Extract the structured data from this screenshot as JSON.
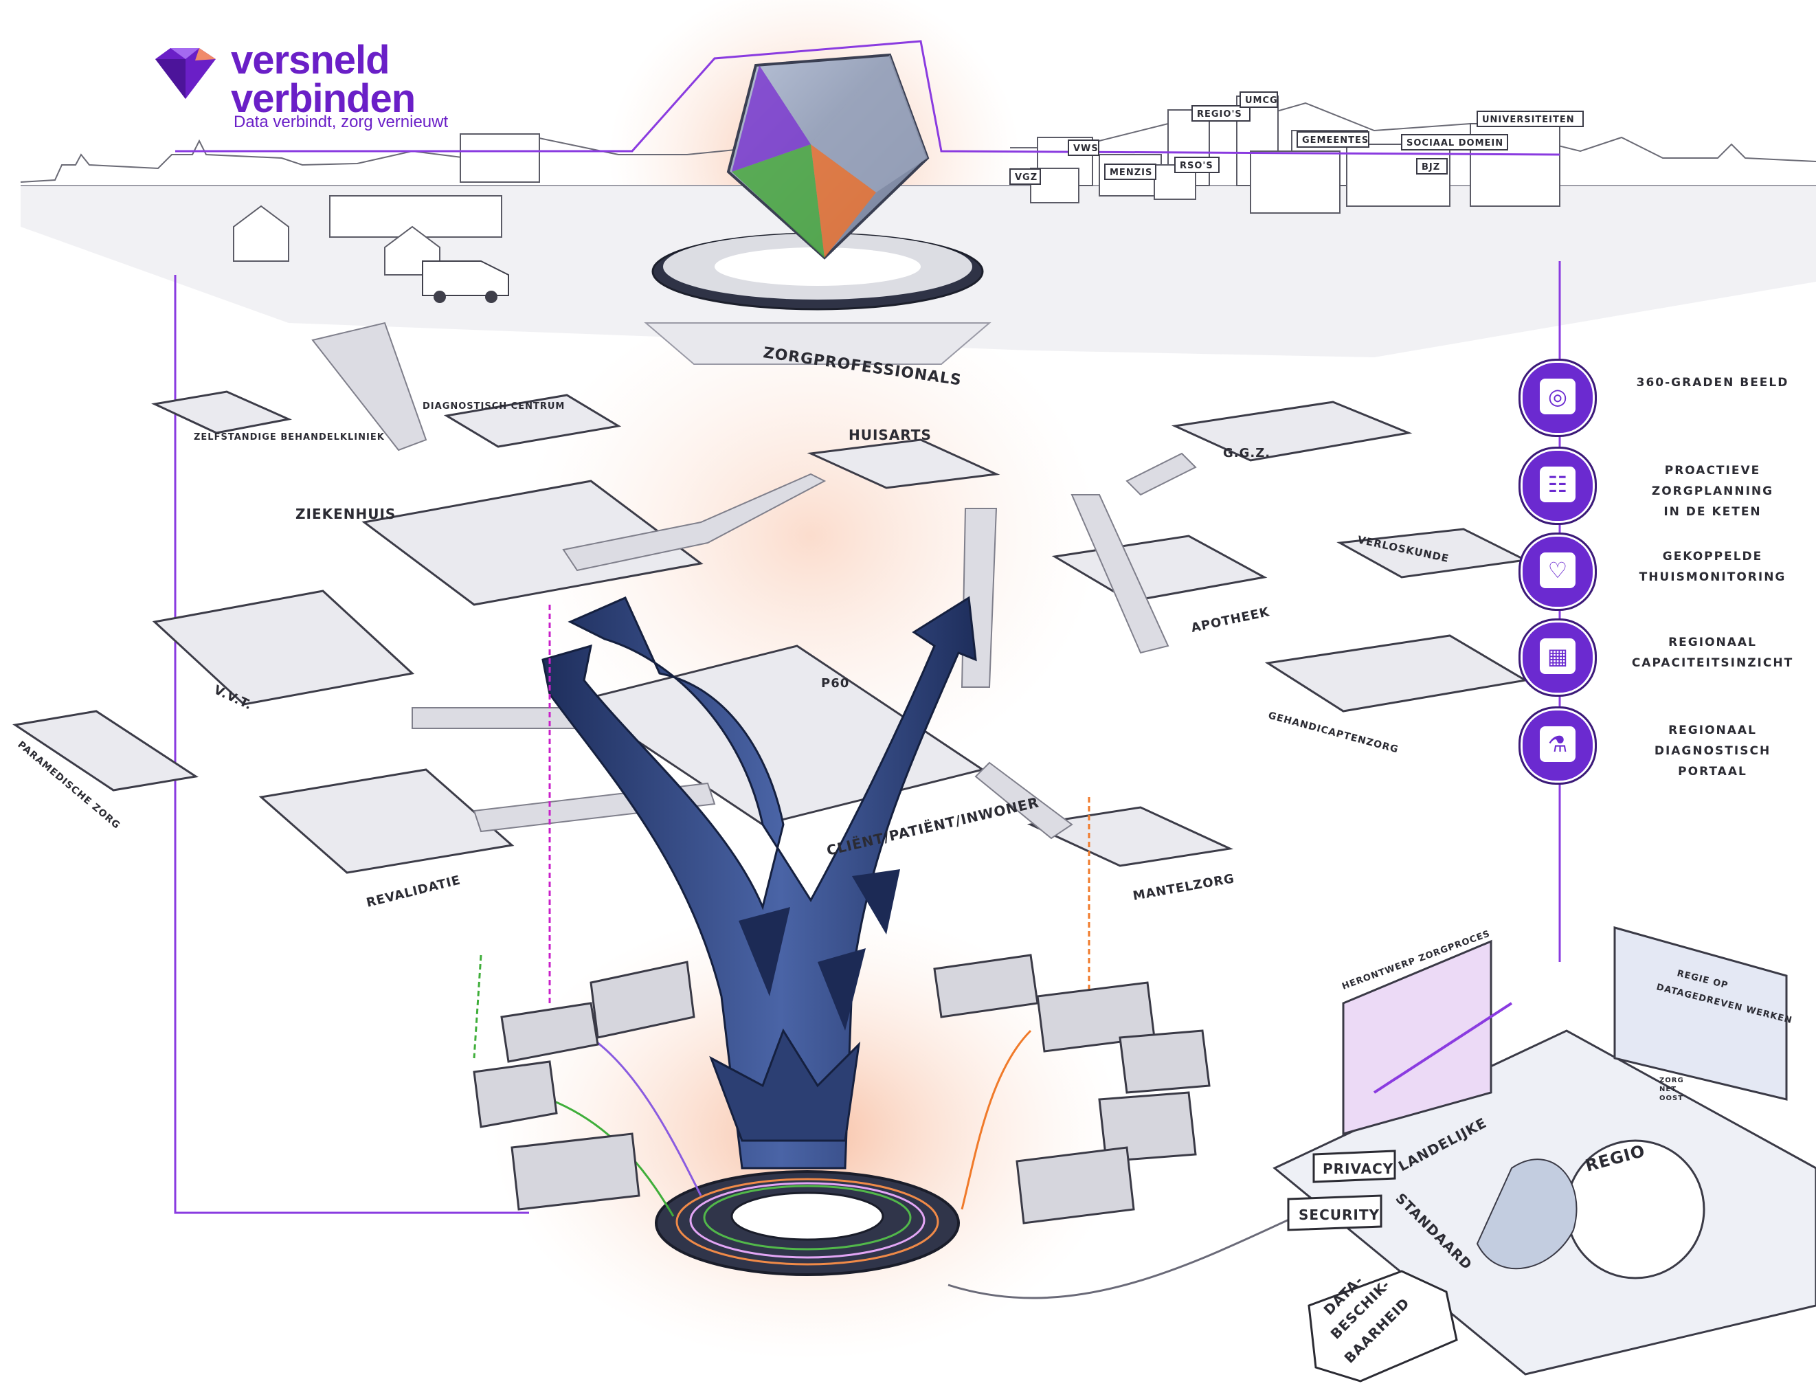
{
  "brand": {
    "name_line1": "versneld",
    "name_line2": "verbinden",
    "tagline": "Data verbindt, zorg vernieuwt"
  },
  "skyline_labels": [
    "REGIO'S",
    "UMCG",
    "UNIVERSITEITEN",
    "GEMEENTES",
    "SOCIAAL DOMEIN",
    "VWS",
    "MENZIS",
    "RSO'S",
    "VGZ",
    "BJZ"
  ],
  "center_labels": {
    "professionals": "ZORGPROFESSIONALS",
    "client": "CLIËNT/PATIËNT/INWONER",
    "house_number": "P60"
  },
  "care_nodes": {
    "ziekenhuis": "ZIEKENHUIS",
    "diagnostisch": "DIAGNOSTISCH CENTRUM",
    "huisarts": "HUISARTS",
    "ggz": "G.G.Z.",
    "zbk": "ZELFSTANDIGE BEHANDELKLINIEK",
    "apotheek": "APOTHEEK",
    "verloskunde": "VERLOSKUNDE",
    "vvt": "V.V.T.",
    "gehandicapten": "GEHANDICAPTENZORG",
    "paramedische": "PARAMEDISCHE ZORG",
    "revalidatie": "REVALIDATIE",
    "mantelzorg": "MANTELZORG"
  },
  "legend": [
    {
      "icon": "360-view-icon",
      "glyph": "◎",
      "label_line1": "360-GRADEN BEELD",
      "label_line2": ""
    },
    {
      "icon": "care-planning-icon",
      "glyph": "☷",
      "label_line1": "PROACTIEVE ZORGPLANNING",
      "label_line2": "IN DE KETEN"
    },
    {
      "icon": "home-monitoring-icon",
      "glyph": "♡",
      "label_line1": "GEKOPPELDE",
      "label_line2": "THUISMONITORING"
    },
    {
      "icon": "capacity-icon",
      "glyph": "▦",
      "label_line1": "REGIONAAL",
      "label_line2": "CAPACITEITSINZICHT"
    },
    {
      "icon": "diagnostic-portal-icon",
      "glyph": "⚗",
      "label_line1": "REGIONAAL",
      "label_line2": "DIAGNOSTISCH PORTAAL"
    }
  ],
  "region_panel": {
    "proces_label": "HERONTWERP ZORGPROCES",
    "board_label_line1": "REGIE OP",
    "board_label_line2": "DATAGEDREVEN WERKEN",
    "regio_label": "REGIO",
    "standard_line1": "LANDELIJKE",
    "standard_line2": "STANDAARD",
    "privacy": "PRIVACY",
    "security": "SECURITY",
    "person_shirt_line1": "ZORG",
    "person_shirt_line2": "NET",
    "person_shirt_line3": "OOST"
  },
  "data_tag": {
    "line1": "DATA-",
    "line2": "BESCHIK-",
    "line3": "BAARHEID"
  },
  "colors": {
    "brand_purple": "#6a1fc7",
    "icon_purple": "#6b2ad0",
    "tree_navy": "#2c3f73",
    "glow_orange": "#f7c4a8",
    "platform_grey": "#e9e9ee",
    "magenta": "#c81fc9",
    "green": "#3fae3a",
    "orange": "#f07a2a"
  }
}
